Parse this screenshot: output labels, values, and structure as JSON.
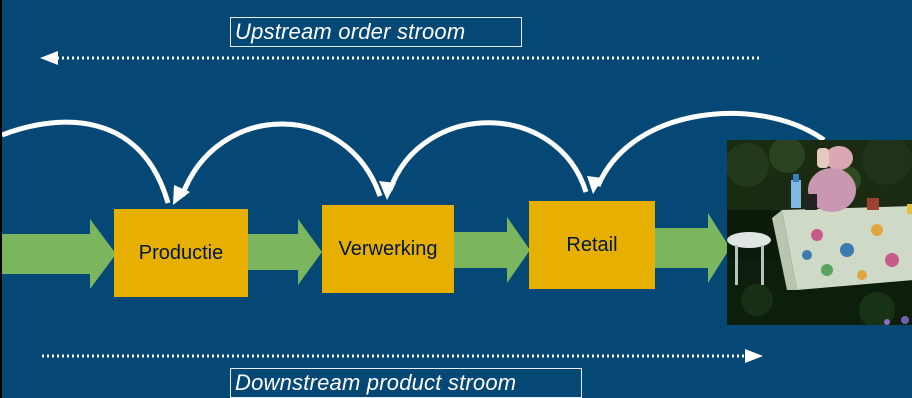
{
  "upstream_label": "Upstream order stroom",
  "downstream_label": "Downstream product stroom",
  "stages": [
    "Productie",
    "Verwerking",
    "Retail"
  ],
  "colors": {
    "background": "#064875",
    "box": "#e7b000",
    "box_text": "#00163a",
    "flow_arrow": "#7bb55e",
    "order_arrow": "#ffffff",
    "dotted_line": "#ffffff"
  },
  "photo": {
    "subject": "person-at-garden-table-photo"
  }
}
